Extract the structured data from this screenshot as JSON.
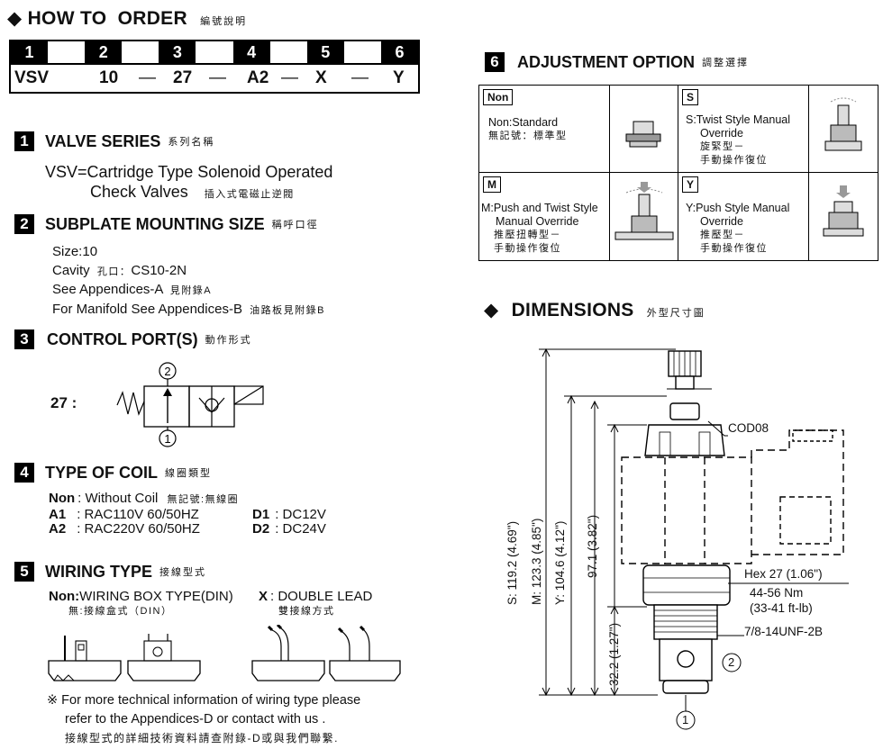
{
  "how_to_order": {
    "title": "HOW TO  ORDER",
    "title_cn": "編號說明",
    "columns": [
      "1",
      "2",
      "3",
      "4",
      "5",
      "6"
    ],
    "code": {
      "p1": "VSV",
      "p2": "10",
      "p3": "27",
      "p4": "A2",
      "p5": "X",
      "p6": "Y",
      "dash": "—"
    }
  },
  "valve_series": {
    "num": "1",
    "title": "VALVE SERIES",
    "title_cn": "系列名稱",
    "line1": "VSV=Cartridge Type Solenoid Operated",
    "line2": "Check Valves",
    "line2_cn": "插入式電磁止逆閥"
  },
  "subplate": {
    "num": "2",
    "title": "SUBPLATE MOUNTING SIZE",
    "title_cn": "稱呼口徑",
    "size": "Size:10",
    "cavity": "Cavity",
    "cavity_cn": "孔口：",
    "cavity_val": "CS10-2N",
    "app_a": "See Appendices-A",
    "app_a_cn": "見附錄A",
    "app_b": "For Manifold See Appendices-B",
    "app_b_cn": "油路板見附錄B"
  },
  "control_port": {
    "num": "3",
    "title": "CONTROL PORT(S)",
    "title_cn": "動作形式",
    "code": "27 :",
    "port_top": "2",
    "port_bottom": "1"
  },
  "coil": {
    "num": "4",
    "title": "TYPE OF COIL",
    "title_cn": "線圈類型",
    "non_code": "Non",
    "non_text": ": Without Coil",
    "non_cn": "無記號:無線圈",
    "a1_code": "A1",
    "a1_text": ": RAC110V  60/50HZ",
    "a2_code": "A2",
    "a2_text": ": RAC220V  60/50HZ",
    "d1_code": "D1",
    "d1_text": ": DC12V",
    "d2_code": "D2",
    "d2_text": ": DC24V"
  },
  "wiring": {
    "num": "5",
    "title": "WIRING TYPE",
    "title_cn": "接線型式",
    "non_code": "Non:",
    "non_text": "WIRING BOX TYPE(DIN)",
    "non_cn": "無:接線盒式（DIN）",
    "x_code": "X",
    "x_text": ": DOUBLE LEAD",
    "x_cn": "雙接線方式",
    "note1": "※ For more technical information of wiring type  please",
    "note2": "refer to the Appendices-D or contact with us .",
    "note3": "接線型式的詳細技術資料請查附錄-D或與我們聯繫."
  },
  "adjustment": {
    "num": "6",
    "title": "ADJUSTMENT OPTION",
    "title_cn": "調整選擇",
    "non_tag": "Non",
    "non_l1": "Non:Standard",
    "non_l2": "無記號：標準型",
    "s_tag": "S",
    "s_l1": "S:Twist Style Manual",
    "s_l2": "Override",
    "s_l3": "旋緊型－",
    "s_l4": "手動操作復位",
    "m_tag": "M",
    "m_l1": "M:Push and Twist  Style",
    "m_l2": "Manual Override",
    "m_l3": "推壓扭轉型－",
    "m_l4": "手動操作復位",
    "y_tag": "Y",
    "y_l1": "Y:Push Style Manual",
    "y_l2": "Override",
    "y_l3": "推壓型－",
    "y_l4": "手動操作復位"
  },
  "dimensions": {
    "title": "DIMENSIONS",
    "title_cn": "外型尺寸圖",
    "s_dim": "S: 119.2 (4.69\")",
    "m_dim": "M: 123.3 (4.85\")",
    "y_dim": "Y: 104.6 (4.12\")",
    "base_dim": "97.1 (3.82\")",
    "low_dim": "32.2 (1.27\")",
    "cod": "COD08",
    "hex": "Hex 27 (1.06\")",
    "torque1": "44-56 Nm",
    "torque2": "(33-41 ft-lb)",
    "thread": "7/8-14UNF-2B",
    "port2": "2",
    "port1": "1"
  }
}
